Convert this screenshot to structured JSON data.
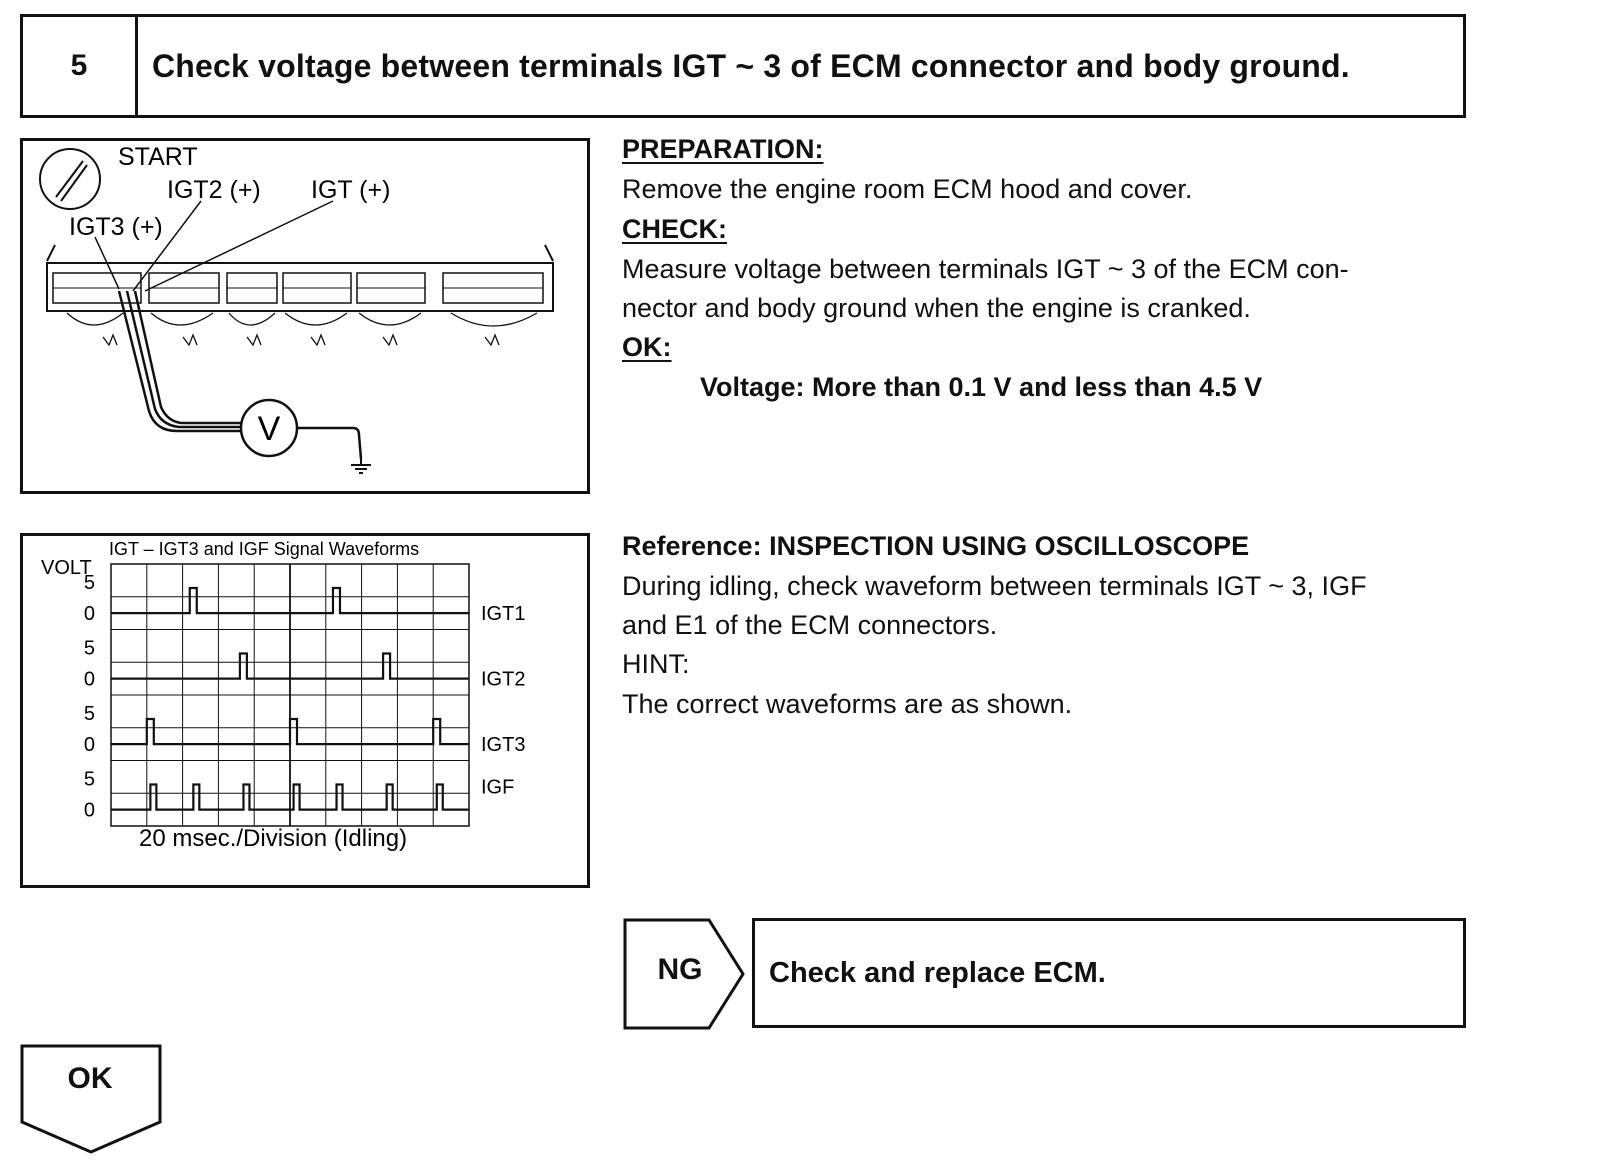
{
  "step": {
    "number": "5",
    "title": "Check voltage between terminals IGT ~ 3 of ECM connector and body ground."
  },
  "figure1": {
    "start_label": "START",
    "probe_igt2": "IGT2 (+)",
    "probe_igt": "IGT (+)",
    "probe_igt3": "IGT3 (+)",
    "meter_symbol": "V",
    "icons": [
      "ignition-key-icon",
      "voltmeter-icon",
      "ground-icon",
      "ecm-connector-icon"
    ]
  },
  "figure2": {
    "title": "IGT – IGT3 and IGF Signal Waveforms",
    "y_unit": "VOLT",
    "y_ticks": [
      "5",
      "0",
      "5",
      "0",
      "5",
      "0",
      "5",
      "0"
    ],
    "channels": [
      "IGT1",
      "IGT2",
      "IGT3",
      "IGF"
    ],
    "x_caption": "20 msec./Division (Idling)"
  },
  "chart_data": {
    "type": "line",
    "title": "IGT – IGT3 and IGF Signal Waveforms",
    "xlabel": "20 msec./Division (Idling)",
    "ylabel": "VOLT",
    "grid": true,
    "series": [
      {
        "name": "IGT1",
        "pulses_at_div": [
          2.2,
          6.2
        ],
        "high": 5,
        "low": 0
      },
      {
        "name": "IGT2",
        "pulses_at_div": [
          3.6,
          7.6
        ],
        "high": 5,
        "low": 0
      },
      {
        "name": "IGT3",
        "pulses_at_div": [
          1.0,
          5.0,
          9.0
        ],
        "high": 5,
        "low": 0
      },
      {
        "name": "IGF",
        "pulses_at_div": [
          1.1,
          2.3,
          3.7,
          5.1,
          6.3,
          7.7,
          9.1
        ],
        "high": 5,
        "low": 0
      }
    ]
  },
  "preparation": {
    "heading": "PREPARATION:",
    "text": "Remove the engine room ECM hood and cover."
  },
  "check": {
    "heading": "CHECK:",
    "line1": "Measure voltage between terminals IGT ~ 3 of the ECM con-",
    "line2": "nector and body ground when the engine is cranked."
  },
  "ok_spec": {
    "heading": "OK:",
    "value": "Voltage: More than 0.1 V and less than 4.5 V"
  },
  "reference": {
    "heading": "Reference: INSPECTION USING OSCILLOSCOPE",
    "line1": "During idling, check waveform between terminals IGT ~ 3, IGF",
    "line2": "and E1 of the ECM connectors.",
    "hint_label": "HINT:",
    "hint_text": "The correct waveforms are as shown."
  },
  "ng": {
    "label": "NG",
    "action": "Check and replace ECM."
  },
  "ok": {
    "label": "OK"
  }
}
